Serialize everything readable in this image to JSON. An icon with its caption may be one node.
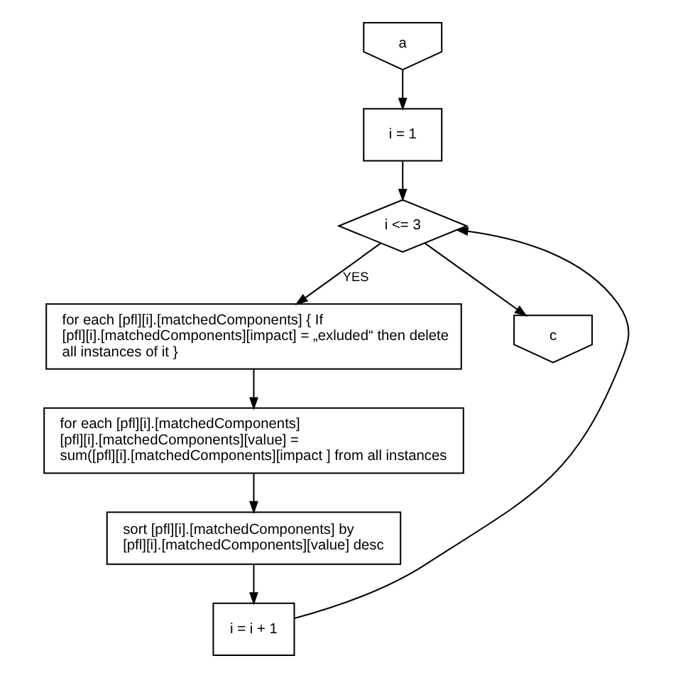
{
  "diagram": {
    "nodes": [
      {
        "text": [
          "a"
        ]
      },
      {
        "text": [
          "i = 1"
        ]
      },
      {
        "text": [
          "i <= 3"
        ]
      },
      {
        "text": [
          "for each [pfl][i].[matchedComponents] { If [pfl][i].[matchedComponents][impact] = „exluded“ then delete all instances of it }"
        ]
      },
      {
        "text": [
          "for each [pfl][i].[matchedComponents] [pfl][i].[matchedComponents][value] = sum([pfl][i].[matchedComponents][impact ] from all instances"
        ]
      },
      {
        "text": [
          "sort [pfl][i].[matchedComponents] by [pfl][i].[matchedComponents][value] desc"
        ]
      },
      {
        "text": [
          "i = i + 1"
        ]
      },
      {
        "text": [
          "c"
        ]
      }
    ],
    "edges": [
      {
        "from": 0,
        "to": 1,
        "arrow": "to"
      },
      {
        "from": 1,
        "to": 2,
        "arrow": "to"
      },
      {
        "from": 2,
        "to": 3,
        "arrow": "to",
        "label": "YES"
      },
      {
        "from": 3,
        "to": 4,
        "arrow": "to"
      },
      {
        "from": 4,
        "to": 5,
        "arrow": "to"
      },
      {
        "from": 5,
        "to": 6,
        "arrow": "to"
      },
      {
        "from": 6,
        "to": 2,
        "arrow": "to"
      },
      {
        "from": 2,
        "to": 7,
        "arrow": "to"
      }
    ]
  }
}
